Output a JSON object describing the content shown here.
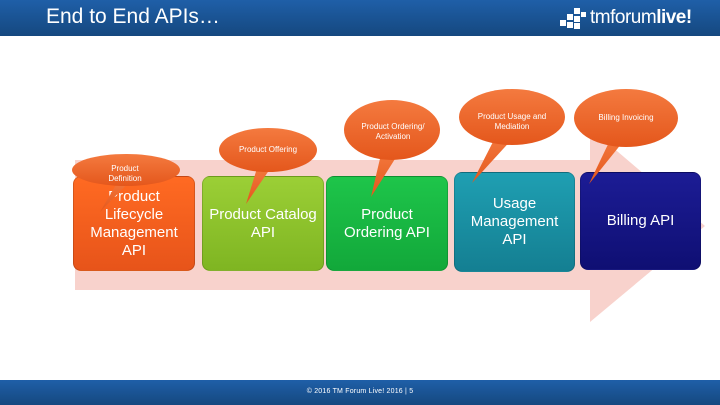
{
  "header": {
    "title": "End to End APIs…",
    "logo_text_light": "tmforum",
    "logo_text_bold": "live!"
  },
  "apis": [
    {
      "label": "Product Lifecycle Management API",
      "color": "#f05f1f"
    },
    {
      "label": "Product Catalog API",
      "color": "#8cc42c"
    },
    {
      "label": "Product Ordering API",
      "color": "#18b842"
    },
    {
      "label": "Usage Management API",
      "color": "#1a90a3"
    },
    {
      "label": "Billing API",
      "color": "#141485"
    }
  ],
  "callouts": [
    {
      "label": "Product Definition"
    },
    {
      "label": "Product Offering"
    },
    {
      "label": "Product Ordering/Activation"
    },
    {
      "label": "Product Usage and Mediation"
    },
    {
      "label": "Billing Invoicing"
    }
  ],
  "colors": {
    "header_bg": "#1a56a0",
    "flow_arrow": "#f7cdc6",
    "callout_fill": "#f05f1f"
  },
  "footer": {
    "text": "© 2016 TM Forum Live! 2016  |  5"
  }
}
